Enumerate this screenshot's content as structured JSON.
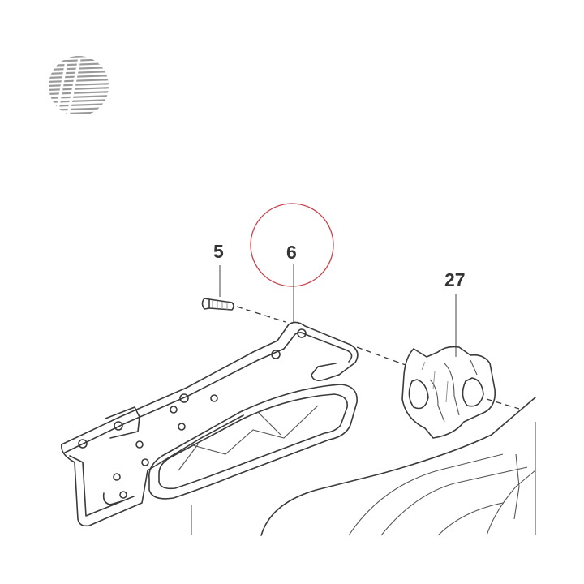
{
  "callouts": [
    {
      "id": "screw",
      "label": "5"
    },
    {
      "id": "bracket",
      "label": "6"
    },
    {
      "id": "mount",
      "label": "27"
    }
  ],
  "highlight": {
    "target_label": "6",
    "color": "#c9424b"
  },
  "logo": {
    "icon": "striped-circle-icon",
    "color": "#9a9a9a"
  }
}
